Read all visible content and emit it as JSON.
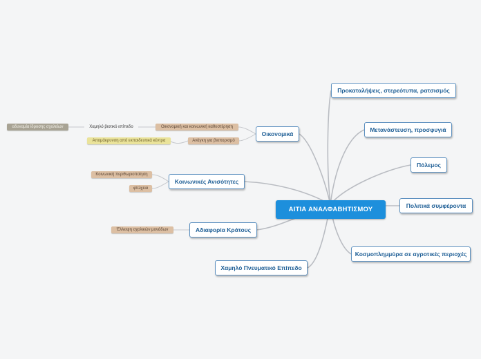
{
  "mindmap": {
    "central": "ΑΙΤΙΑ ΑΝΑΛΦΑΒΗΤΙΣΜΟΥ",
    "right_branches": {
      "provocations": "Προκαταλήψεις, στερεότυπα, ρατσισμός",
      "migration": "Μετανάστευση, προσφυγιά",
      "war": "Πόλεμος",
      "political_interests": "Πολιτικά συμφέροντα",
      "rural_flooding": "Κοσμοπλημμύρα σε αγροτικές περιοχές"
    },
    "left_branches": {
      "economic": "Οικονομικά",
      "social_inequality": "Κοινωνικές Ανισότητες",
      "state_indifference": "Αδιαφορία Κράτους",
      "low_spiritual": "Χαμηλό Πνευματικό Επίπεδο"
    },
    "economic_children": {
      "economic_backwardness": "Οικονομική και κοινωνική καθυστέρηση",
      "low_living_standard": "Χαμηλό βιοτικό επίπεδο",
      "inability_schools": "αδυναμία ίδρυσης σχολείων",
      "need_livelihood": "Ανάγκη για βιοπορισμό",
      "distance_centers": "Απομάκρυνση από εκπαιδευτικά κέντρα"
    },
    "social_children": {
      "social_marginalization": "Κοινωνική περιθωριοποίηση",
      "poverty": "φτώχεια"
    },
    "state_children": {
      "lack_schools": "Έλλειψη σχολικών μονάδων"
    }
  }
}
